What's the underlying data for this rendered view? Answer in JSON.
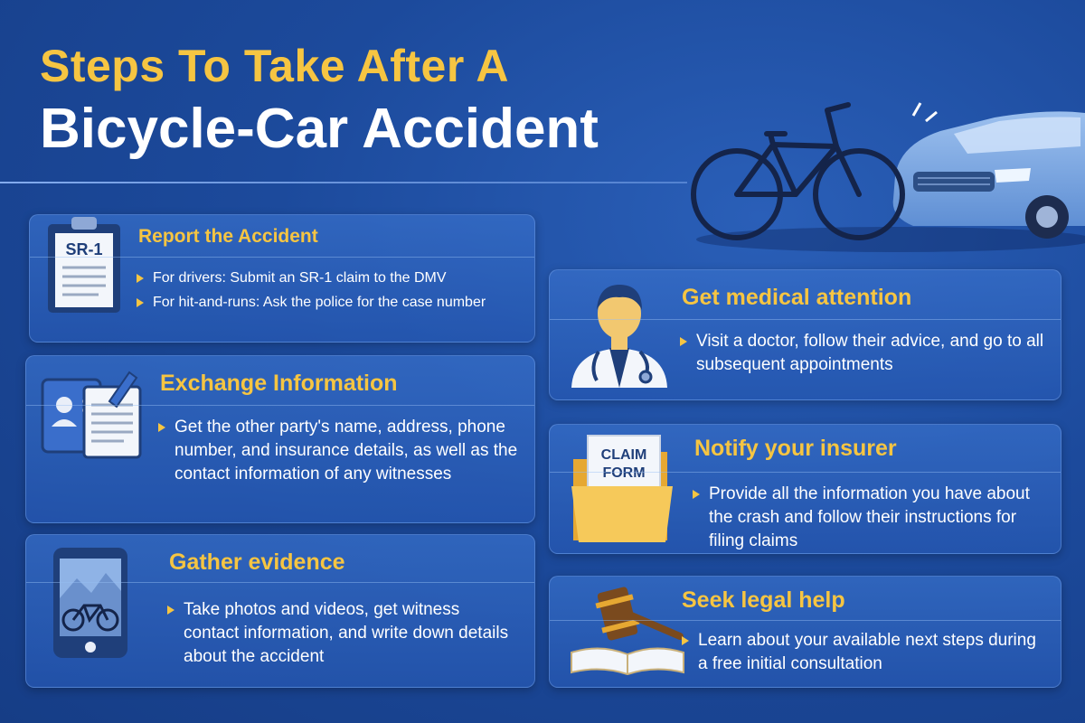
{
  "title": {
    "line1": "Steps To Take After A",
    "line2": "Bicycle-Car Accident"
  },
  "colors": {
    "background": "#1c4a9c",
    "accent_yellow": "#f6c542",
    "text_white": "#ffffff"
  },
  "steps": [
    {
      "id": "report",
      "icon": "clipboard-sr1-icon",
      "icon_text": "SR-1",
      "heading": "Report the Accident",
      "bullets": [
        "For drivers: Submit an SR-1 claim to the DMV",
        "For hit-and-runs: Ask the police for the case number"
      ]
    },
    {
      "id": "exchange",
      "icon": "id-card-documents-icon",
      "heading": "Exchange Information",
      "bullets": [
        "Get the other party's name, address, phone number, and insurance details, as well as the contact information of any witnesses"
      ]
    },
    {
      "id": "gather",
      "icon": "phone-camera-bike-icon",
      "heading": "Gather evidence",
      "bullets": [
        "Take photos and videos, get witness contact information, and write down details about the accident"
      ]
    },
    {
      "id": "medical",
      "icon": "doctor-icon",
      "heading": "Get medical attention",
      "bullets": [
        "Visit a doctor, follow their advice, and go to all subsequent appointments"
      ]
    },
    {
      "id": "insurer",
      "icon": "claim-form-folder-icon",
      "icon_text_1": "CLAIM",
      "icon_text_2": "FORM",
      "heading": "Notify your insurer",
      "bullets": [
        "Provide all the information you have about the crash and follow their instructions for filing claims"
      ]
    },
    {
      "id": "legal",
      "icon": "gavel-book-icon",
      "heading": "Seek legal help",
      "bullets": [
        "Learn about your available next steps during a free initial consultation"
      ]
    }
  ]
}
